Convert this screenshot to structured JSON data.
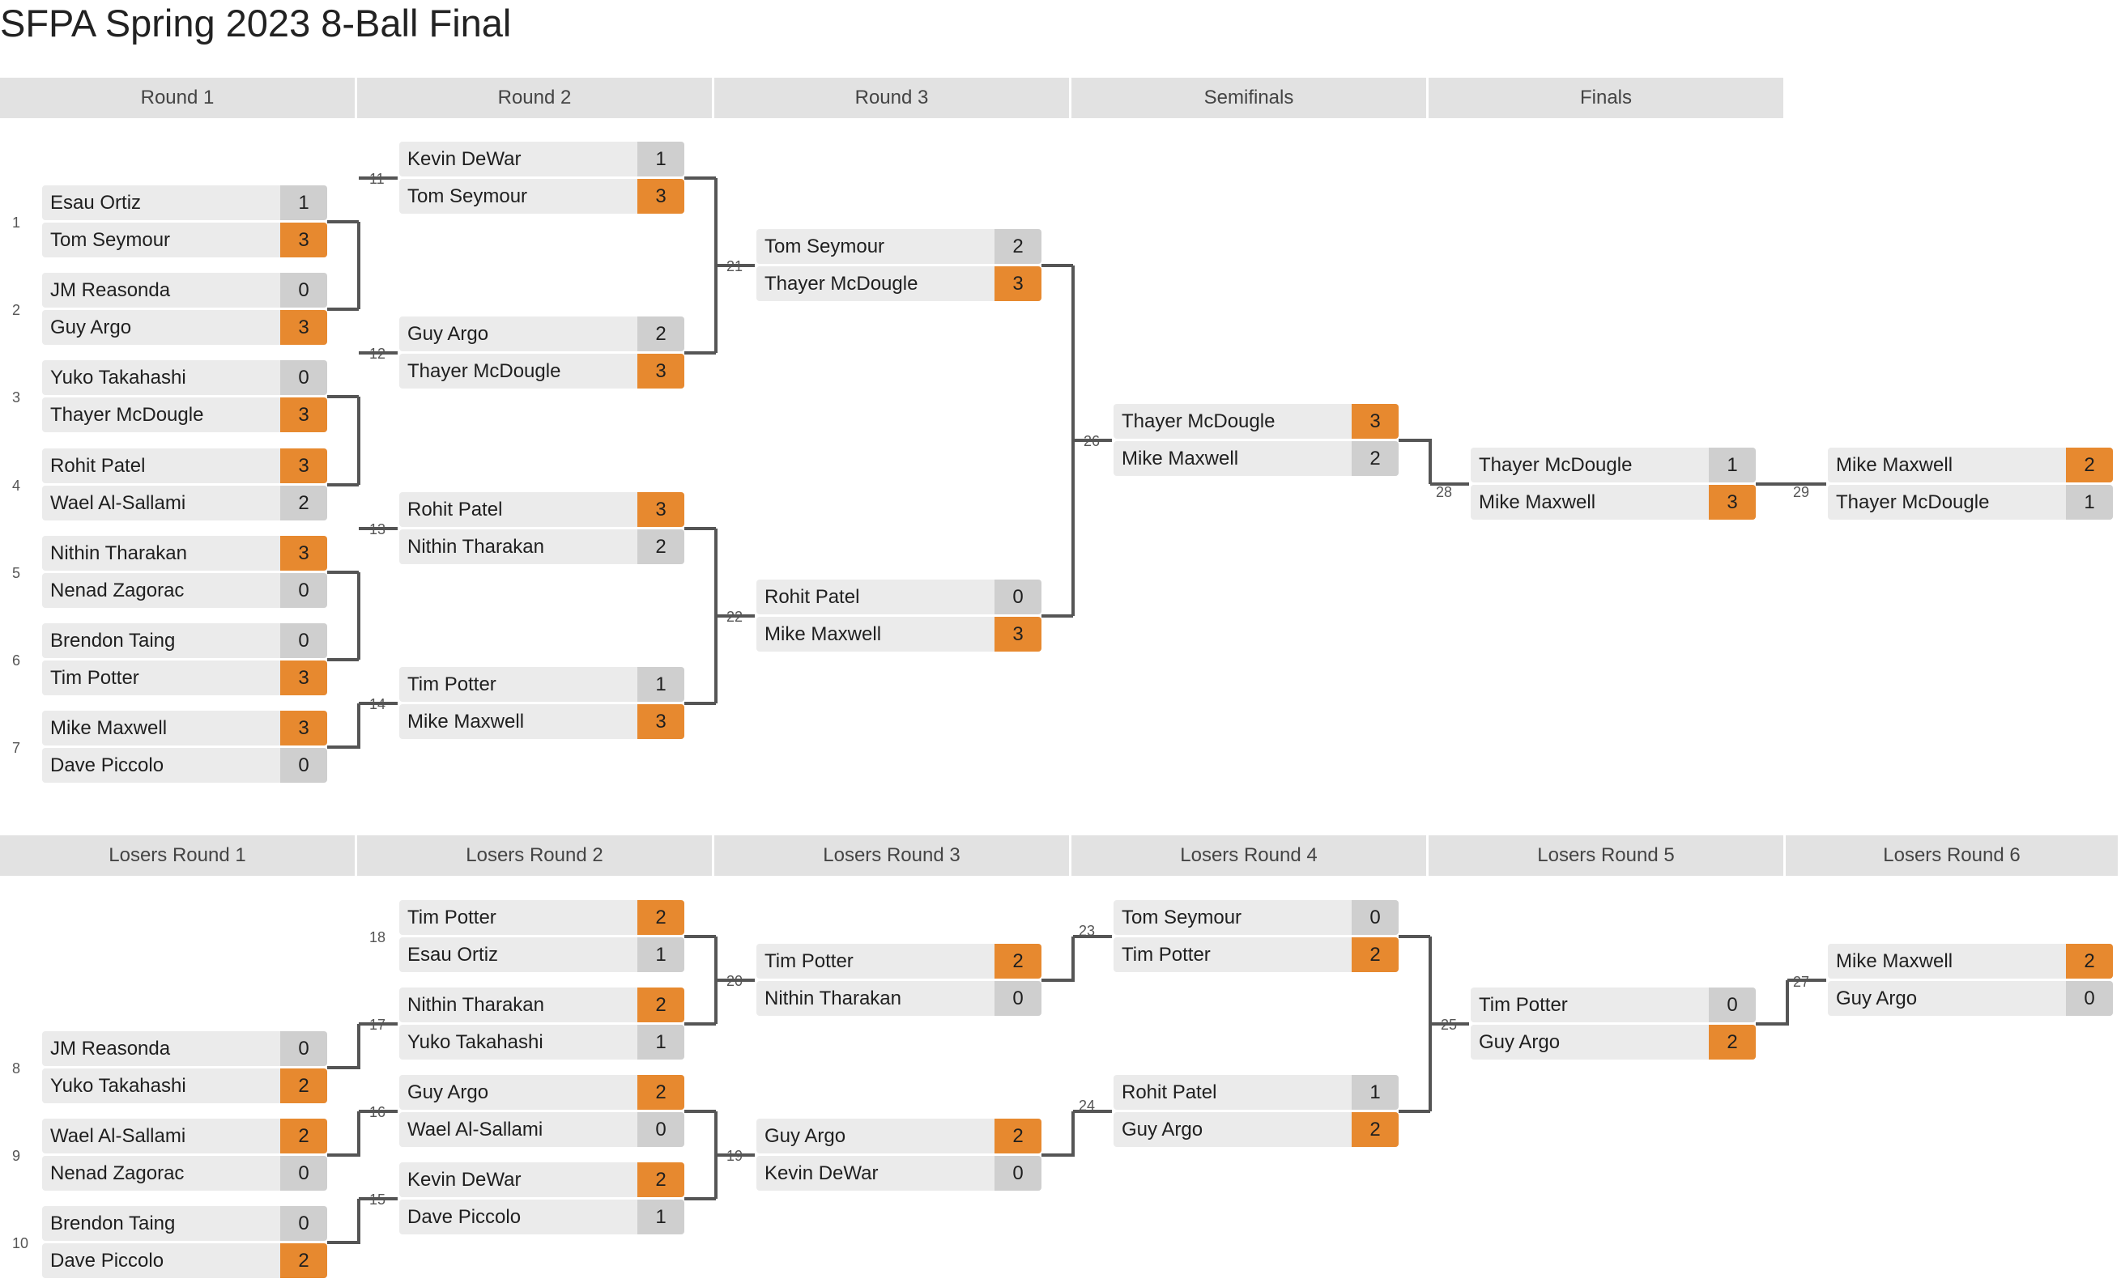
{
  "title": "SFPA Spring 2023 8-Ball Final",
  "colors": {
    "winner": "#e7892f",
    "loser_score": "#cfcfcf",
    "row_bg": "#ebebeb",
    "header_bg": "#e2e2e2",
    "connector": "#555555"
  },
  "winners_headers": [
    "Round 1",
    "Round 2",
    "Round 3",
    "Semifinals",
    "Finals"
  ],
  "losers_headers": [
    "Losers Round 1",
    "Losers Round 2",
    "Losers Round 3",
    "Losers Round 4",
    "Losers Round 5",
    "Losers Round 6"
  ],
  "matches": [
    {
      "id": "m1",
      "num": "1",
      "p1": "Esau Ortiz",
      "s1": "1",
      "p2": "Tom Seymour",
      "s2": "3",
      "w": 2
    },
    {
      "id": "m2",
      "num": "2",
      "p1": "JM Reasonda",
      "s1": "0",
      "p2": "Guy Argo",
      "s2": "3",
      "w": 2
    },
    {
      "id": "m3",
      "num": "3",
      "p1": "Yuko Takahashi",
      "s1": "0",
      "p2": "Thayer McDougle",
      "s2": "3",
      "w": 2
    },
    {
      "id": "m4",
      "num": "4",
      "p1": "Rohit Patel",
      "s1": "3",
      "p2": "Wael Al-Sallami",
      "s2": "2",
      "w": 1
    },
    {
      "id": "m5",
      "num": "5",
      "p1": "Nithin Tharakan",
      "s1": "3",
      "p2": "Nenad Zagorac",
      "s2": "0",
      "w": 1
    },
    {
      "id": "m6",
      "num": "6",
      "p1": "Brendon Taing",
      "s1": "0",
      "p2": "Tim Potter",
      "s2": "3",
      "w": 2
    },
    {
      "id": "m7",
      "num": "7",
      "p1": "Mike Maxwell",
      "s1": "3",
      "p2": "Dave Piccolo",
      "s2": "0",
      "w": 1
    },
    {
      "id": "m11",
      "num": "11",
      "p1": "Kevin DeWar",
      "s1": "1",
      "p2": "Tom Seymour",
      "s2": "3",
      "w": 2
    },
    {
      "id": "m12",
      "num": "12",
      "p1": "Guy Argo",
      "s1": "2",
      "p2": "Thayer McDougle",
      "s2": "3",
      "w": 2
    },
    {
      "id": "m13",
      "num": "13",
      "p1": "Rohit Patel",
      "s1": "3",
      "p2": "Nithin Tharakan",
      "s2": "2",
      "w": 1
    },
    {
      "id": "m14",
      "num": "14",
      "p1": "Tim Potter",
      "s1": "1",
      "p2": "Mike Maxwell",
      "s2": "3",
      "w": 2
    },
    {
      "id": "m21",
      "num": "21",
      "p1": "Tom Seymour",
      "s1": "2",
      "p2": "Thayer McDougle",
      "s2": "3",
      "w": 2
    },
    {
      "id": "m22",
      "num": "22",
      "p1": "Rohit Patel",
      "s1": "0",
      "p2": "Mike Maxwell",
      "s2": "3",
      "w": 2
    },
    {
      "id": "m26",
      "num": "26",
      "p1": "Thayer McDougle",
      "s1": "3",
      "p2": "Mike Maxwell",
      "s2": "2",
      "w": 1
    },
    {
      "id": "m28",
      "num": "28",
      "p1": "Thayer McDougle",
      "s1": "1",
      "p2": "Mike Maxwell",
      "s2": "3",
      "w": 2
    },
    {
      "id": "m29",
      "num": "29",
      "p1": "Mike Maxwell",
      "s1": "2",
      "p2": "Thayer McDougle",
      "s2": "1",
      "w": 1
    },
    {
      "id": "m8",
      "num": "8",
      "p1": "JM Reasonda",
      "s1": "0",
      "p2": "Yuko Takahashi",
      "s2": "2",
      "w": 2
    },
    {
      "id": "m9",
      "num": "9",
      "p1": "Wael Al-Sallami",
      "s1": "2",
      "p2": "Nenad Zagorac",
      "s2": "0",
      "w": 1
    },
    {
      "id": "m10",
      "num": "10",
      "p1": "Brendon Taing",
      "s1": "0",
      "p2": "Dave Piccolo",
      "s2": "2",
      "w": 2
    },
    {
      "id": "m18",
      "num": "18",
      "p1": "Tim Potter",
      "s1": "2",
      "p2": "Esau Ortiz",
      "s2": "1",
      "w": 1
    },
    {
      "id": "m17",
      "num": "17",
      "p1": "Nithin Tharakan",
      "s1": "2",
      "p2": "Yuko Takahashi",
      "s2": "1",
      "w": 1
    },
    {
      "id": "m16",
      "num": "16",
      "p1": "Guy Argo",
      "s1": "2",
      "p2": "Wael Al-Sallami",
      "s2": "0",
      "w": 1
    },
    {
      "id": "m15",
      "num": "15",
      "p1": "Kevin DeWar",
      "s1": "2",
      "p2": "Dave Piccolo",
      "s2": "1",
      "w": 1
    },
    {
      "id": "m20",
      "num": "20",
      "p1": "Tim Potter",
      "s1": "2",
      "p2": "Nithin Tharakan",
      "s2": "0",
      "w": 1
    },
    {
      "id": "m19",
      "num": "19",
      "p1": "Guy Argo",
      "s1": "2",
      "p2": "Kevin DeWar",
      "s2": "0",
      "w": 1
    },
    {
      "id": "m23",
      "num": "23",
      "p1": "Tom Seymour",
      "s1": "0",
      "p2": "Tim Potter",
      "s2": "2",
      "w": 2
    },
    {
      "id": "m24",
      "num": "24",
      "p1": "Rohit Patel",
      "s1": "1",
      "p2": "Guy Argo",
      "s2": "2",
      "w": 2
    },
    {
      "id": "m25",
      "num": "25",
      "p1": "Tim Potter",
      "s1": "0",
      "p2": "Guy Argo",
      "s2": "2",
      "w": 2
    },
    {
      "id": "m27",
      "num": "27",
      "p1": "Mike Maxwell",
      "s1": "2",
      "p2": "Guy Argo",
      "s2": "0",
      "w": 1
    }
  ]
}
